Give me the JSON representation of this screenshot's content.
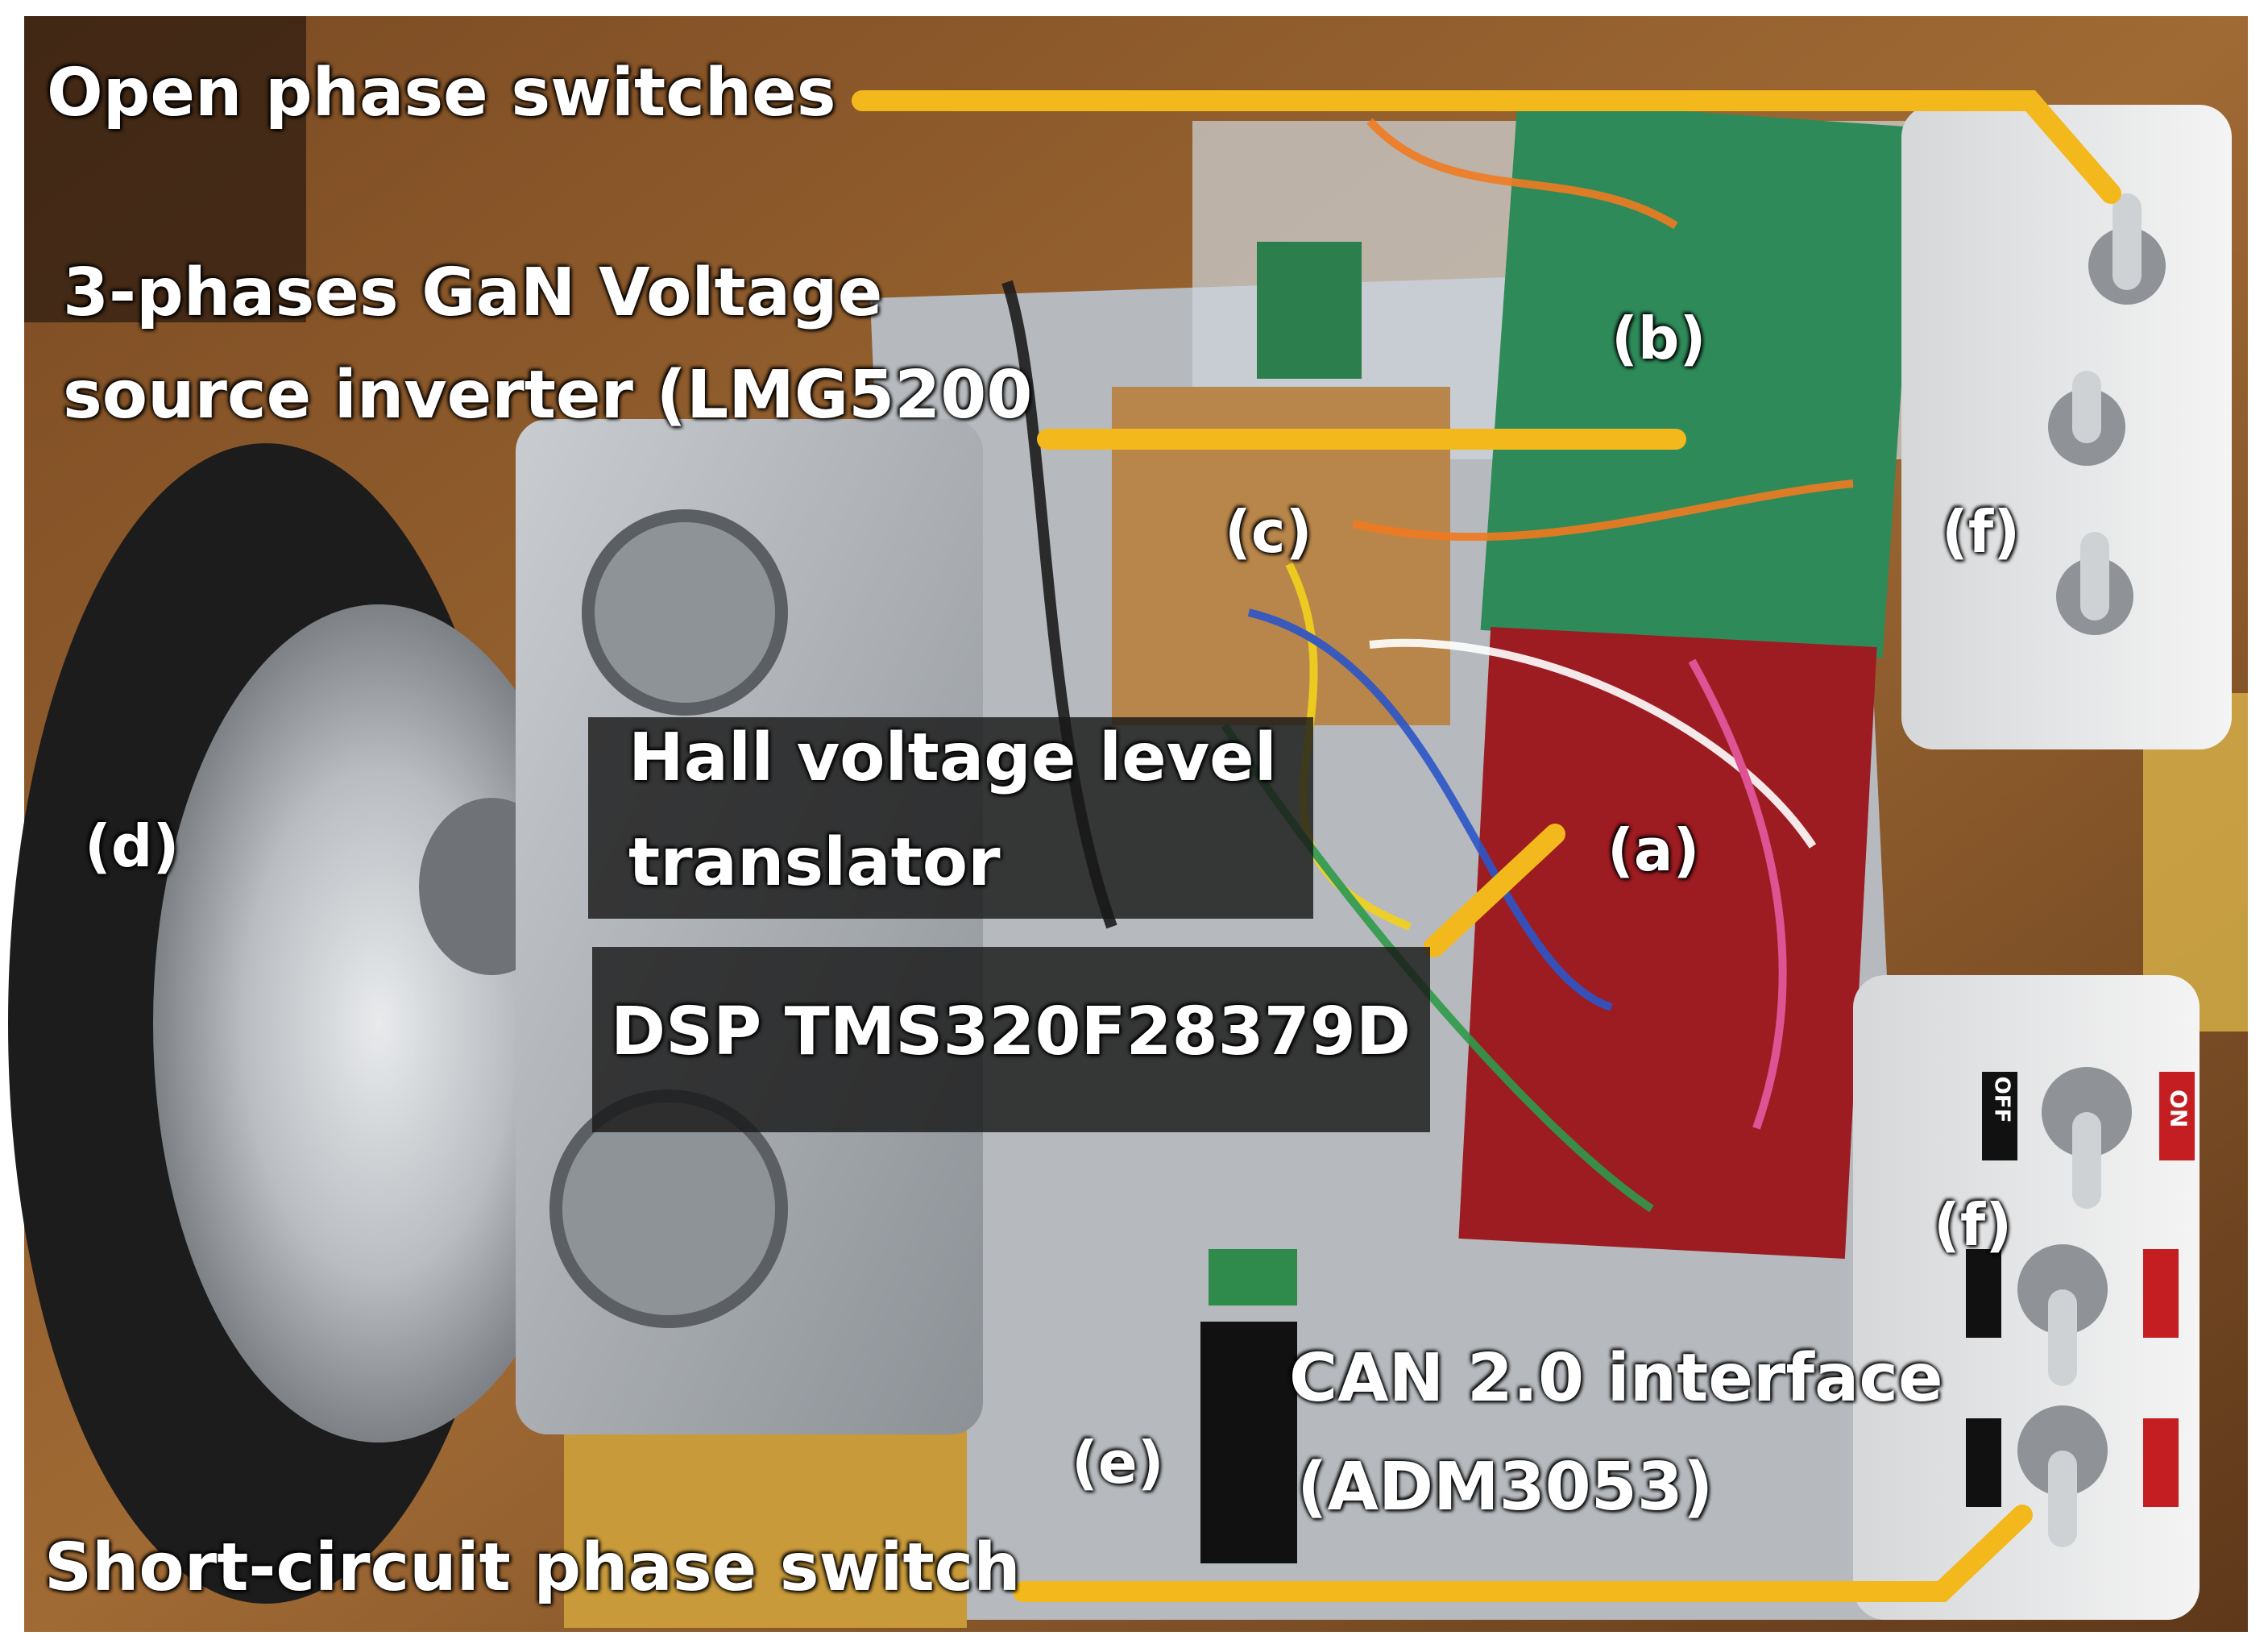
{
  "labels": {
    "open_phase_switches": "Open phase switches",
    "inverter_line1": "3-phases GaN Voltage",
    "inverter_line2": "source inverter (LMG5200",
    "hall_line1": "Hall voltage level",
    "hall_line2": "translator",
    "dsp": "DSP TMS320F28379D",
    "can_line1": "CAN 2.0 interface",
    "can_line2": "(ADM3053)",
    "short_circuit": "Short-circuit phase switch"
  },
  "tags": {
    "a": "(a)",
    "b": "(b)",
    "c": "(c)",
    "d": "(d)",
    "e": "(e)",
    "f_top": "(f)",
    "f_bottom": "(f)"
  },
  "switch_labels": {
    "on": "ON",
    "off": "OFF"
  },
  "colors": {
    "leader_line": "#f2b81c",
    "label_text": "#ffffff",
    "label_box": "#191919",
    "wood": "#8a5a2a",
    "inverter_board": "#2f8a5a",
    "dsp_board": "#9c1c22",
    "tire": "#1c1c1c",
    "gearbox": "#9aa0a6",
    "switch_box": "#e6e6e6"
  }
}
